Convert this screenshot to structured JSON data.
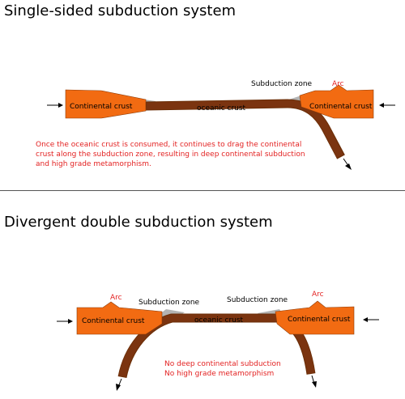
{
  "panel1": {
    "title": "Single-sided subduction system",
    "labels": {
      "left_crust": "Continental crust",
      "right_crust": "Continental crust",
      "oceanic": "oceanic crust",
      "subduction_zone": "Subduction zone",
      "arc": "Arc"
    },
    "note": [
      "Once the oceanic crust is consumed, it continues to drag the continental",
      "crust along the subduction zone, resulting in deep continental subduction",
      "and high grade metamorphism."
    ]
  },
  "panel2": {
    "title": "Divergent double subduction system",
    "labels": {
      "left_crust": "Continental crust",
      "right_crust": "Continental crust",
      "oceanic": "oceanic crust",
      "left_subduction_zone": "Subduction zone",
      "right_subduction_zone": "Subduction zone",
      "left_arc": "Arc",
      "right_arc": "Arc"
    },
    "note": [
      "No deep continental subduction",
      "No high grade metamorphism"
    ]
  },
  "colors": {
    "crust": "#f26b12",
    "slab": "#7b3410",
    "note_text": "#e32222",
    "subduction_wedge": "#b3b3b3"
  }
}
